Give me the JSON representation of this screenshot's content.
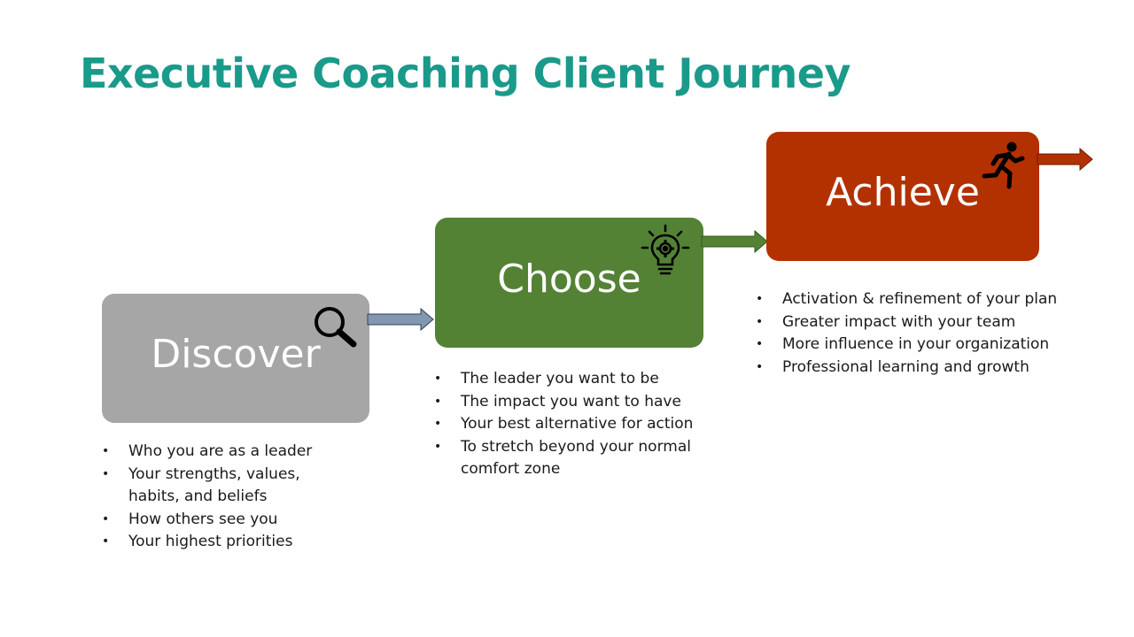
{
  "slide": {
    "title": "Executive Coaching Client Journey",
    "title_color": "#1a9a8a"
  },
  "stages": [
    {
      "label": "Discover",
      "color": "#a6a6a6",
      "icon": "magnifier-icon",
      "bullets": [
        "Who you are as a leader",
        "Your strengths, values, habits, and beliefs",
        "How others see you",
        "Your highest priorities"
      ]
    },
    {
      "label": "Choose",
      "color": "#548235",
      "icon": "lightbulb-gear-icon",
      "bullets": [
        "The leader you want to be",
        "The impact you want to have",
        "Your best alternative for action",
        "To stretch beyond your normal comfort zone"
      ]
    },
    {
      "label": "Achieve",
      "color": "#b33100",
      "icon": "running-person-icon",
      "bullets": [
        "Activation & refinement of your plan",
        "Greater impact with your team",
        "More influence in your organization",
        "Professional learning and growth"
      ]
    }
  ],
  "arrows": [
    {
      "color": "#8497b0",
      "from": "Discover",
      "to": "Choose"
    },
    {
      "color": "#548235",
      "from": "Choose",
      "to": "Achieve"
    },
    {
      "color": "#b33100",
      "from": "Achieve",
      "to": ""
    }
  ]
}
